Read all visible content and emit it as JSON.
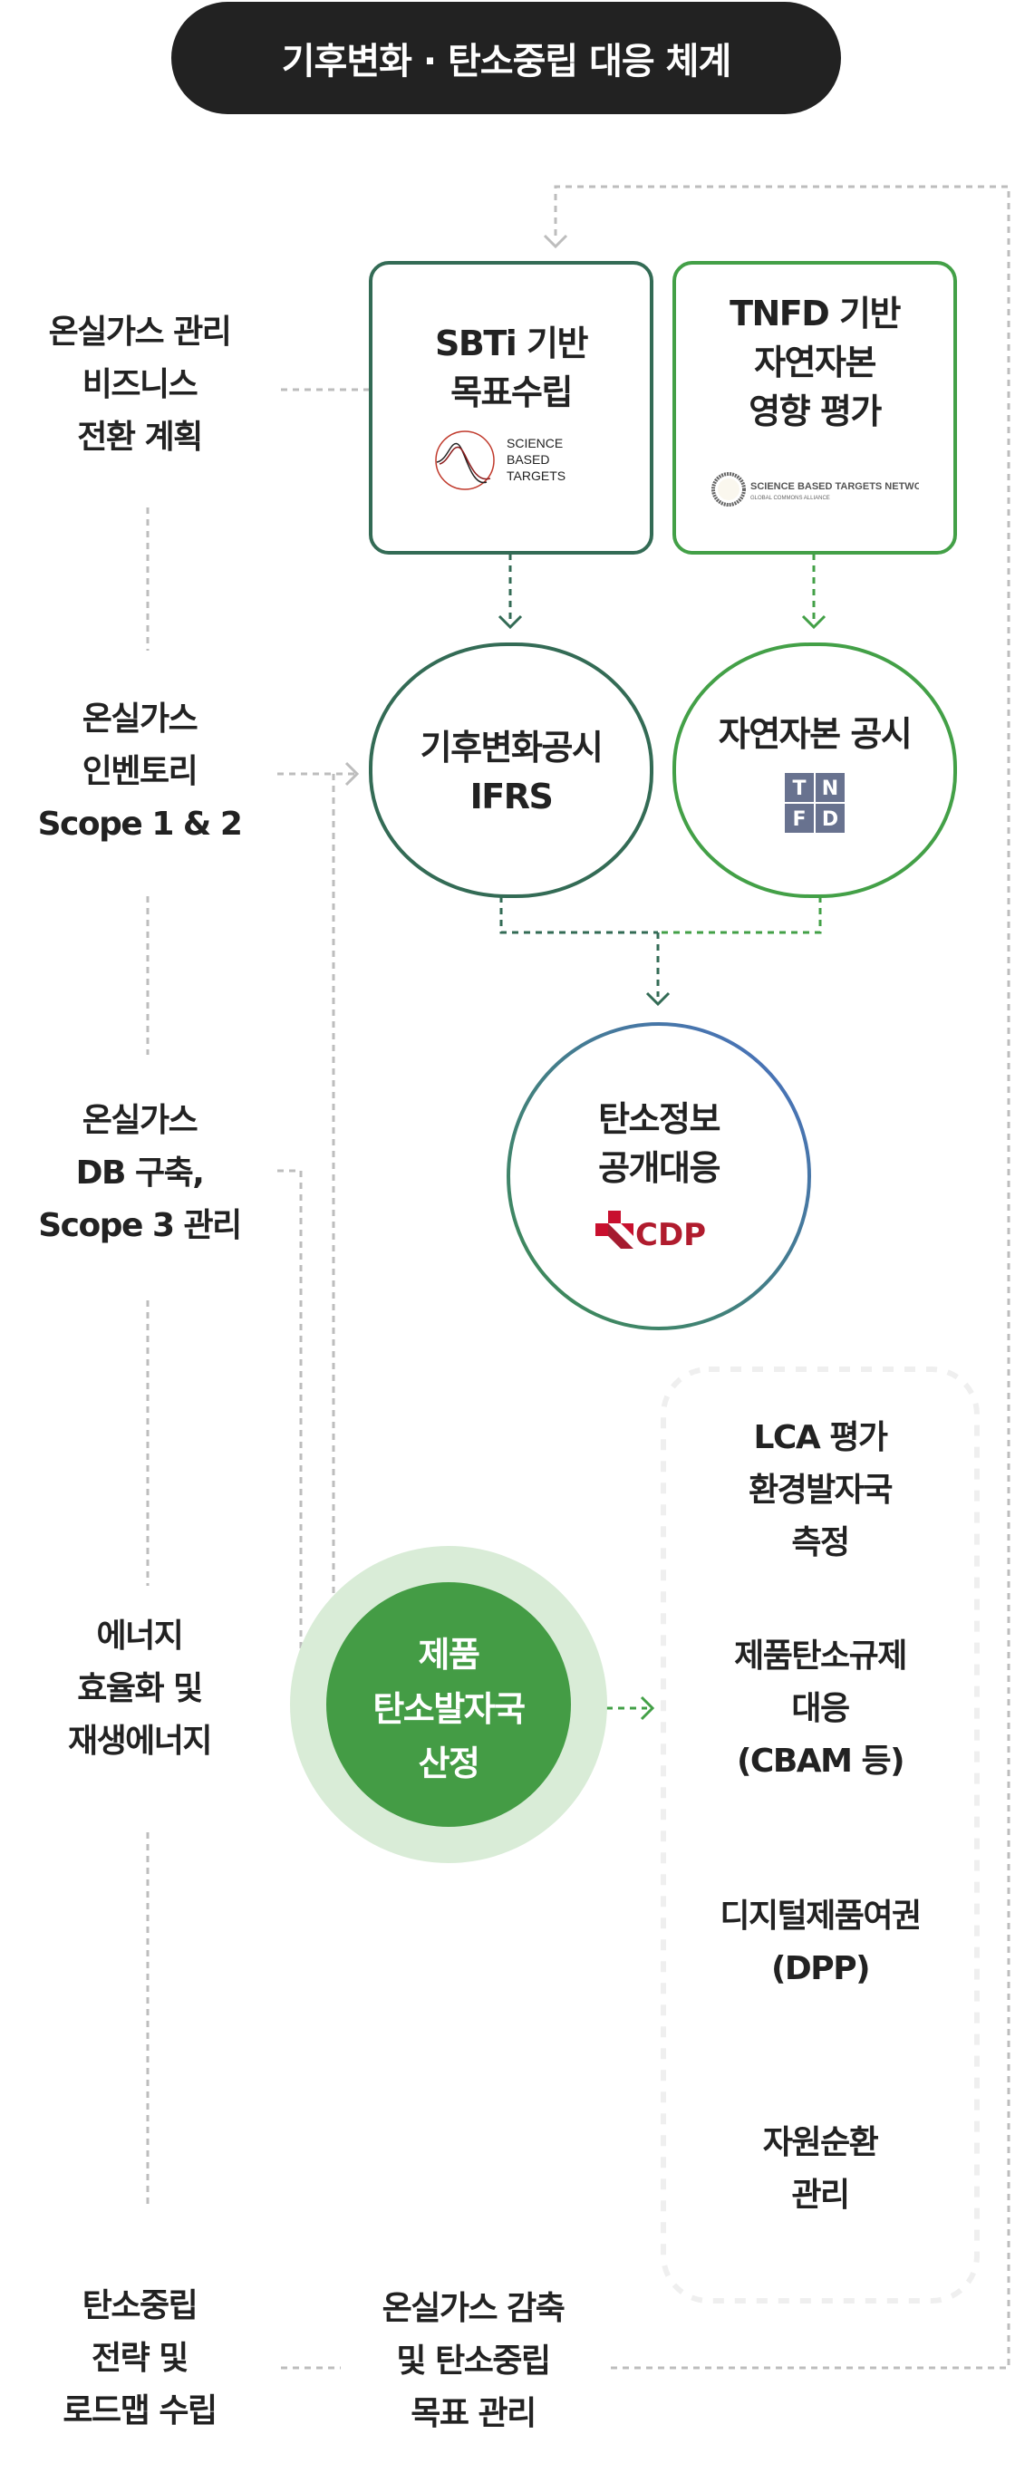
{
  "title": "기후변화 · 탄소중립 대응 체계",
  "colors": {
    "dark_green": "#336b55",
    "green": "#43a047",
    "light_green": "#d9ecd7",
    "cdp_blue": "#4a6fc6",
    "connector_gray": "#bdbdbd",
    "title_bg": "#222222"
  },
  "left_labels": [
    {
      "lines": [
        "온실가스 관리",
        "비즈니스",
        "전환 계획"
      ]
    },
    {
      "lines": [
        "온실가스",
        "인벤토리",
        "Scope 1 & 2"
      ]
    },
    {
      "lines": [
        "온실가스",
        "DB 구축,",
        "Scope 3 관리"
      ]
    },
    {
      "lines": [
        "에너지",
        "효율화 및",
        "재생에너지"
      ]
    },
    {
      "lines": [
        "탄소중립",
        "전략 및",
        "로드맵 수립"
      ]
    }
  ],
  "sbti_box": {
    "lines": [
      "SBTi 기반",
      "목표수립"
    ],
    "logo_icon": "science-based-targets-logo",
    "logo_text": [
      "SCIENCE",
      "BASED",
      "TARGETS"
    ]
  },
  "tnfd_box": {
    "lines": [
      "TNFD  기반",
      "자연자본",
      "영향 평가"
    ],
    "logo_icon": "sbtn-logo",
    "logo_text": [
      "SCIENCE BASED TARGETS NETWORK",
      "GLOBAL COMMONS ALLIANCE"
    ]
  },
  "ifrs_circle": {
    "lines": [
      "기후변화공시",
      "IFRS"
    ]
  },
  "tnfd_circle": {
    "lines": [
      "자연자본 공시"
    ],
    "logo_icon": "tnfd-logo",
    "logo_letters": [
      "T",
      "N",
      "F",
      "D"
    ]
  },
  "cdp_circle": {
    "lines": [
      "탄소정보",
      "공개대응"
    ],
    "logo_icon": "cdp-logo",
    "logo_text": "CDP"
  },
  "product_circle": {
    "lines": [
      "제품",
      "탄소발자국",
      "산정"
    ]
  },
  "right_panel": [
    {
      "lines": [
        "LCA 평가",
        "환경발자국",
        "측정"
      ]
    },
    {
      "lines": [
        "제품탄소규제",
        "대응",
        "(CBAM  등)"
      ]
    },
    {
      "lines": [
        "디지털제품여권",
        "(DPP)"
      ]
    },
    {
      "lines": [
        "자원순환",
        "관리"
      ]
    }
  ],
  "bottom_goal": {
    "lines": [
      "온실가스 감축",
      "및 탄소중립",
      "목표 관리"
    ]
  }
}
